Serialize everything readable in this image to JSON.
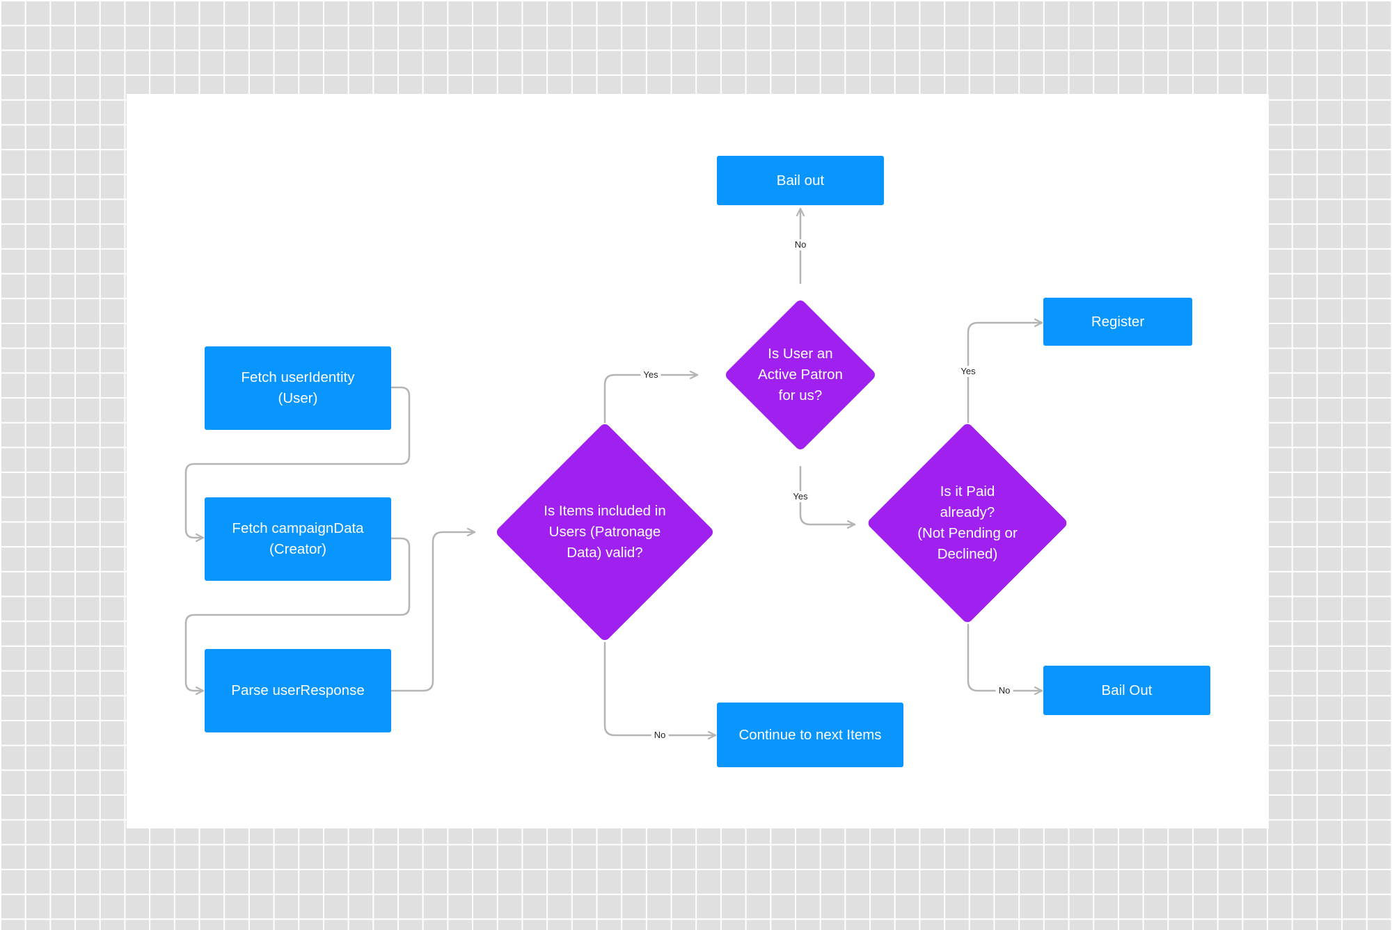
{
  "nodes": {
    "fetch_user_identity": "Fetch userIdentity\n(User)",
    "fetch_campaign_data": "Fetch campaignData\n(Creator)",
    "parse_user_response": "Parse userResponse",
    "items_valid_decision": "Is Items included in\nUsers (Patronage\nData) valid?",
    "active_patron_decision": "Is User an\nActive Patron\nfor us?",
    "paid_decision": "Is it Paid\nalready?\n(Not Pending or\nDeclined)",
    "bail_out_top": "Bail out",
    "register": "Register",
    "bail_out_right": "Bail Out",
    "continue_next_items": "Continue to next Items"
  },
  "edges": {
    "items_yes": "Yes",
    "items_no": "No",
    "patron_no": "No",
    "patron_yes": "Yes",
    "paid_yes": "Yes",
    "paid_no": "No"
  },
  "colors": {
    "box": "#0895fd",
    "decision": "#a020f0",
    "connector": "#b4b4b4"
  }
}
